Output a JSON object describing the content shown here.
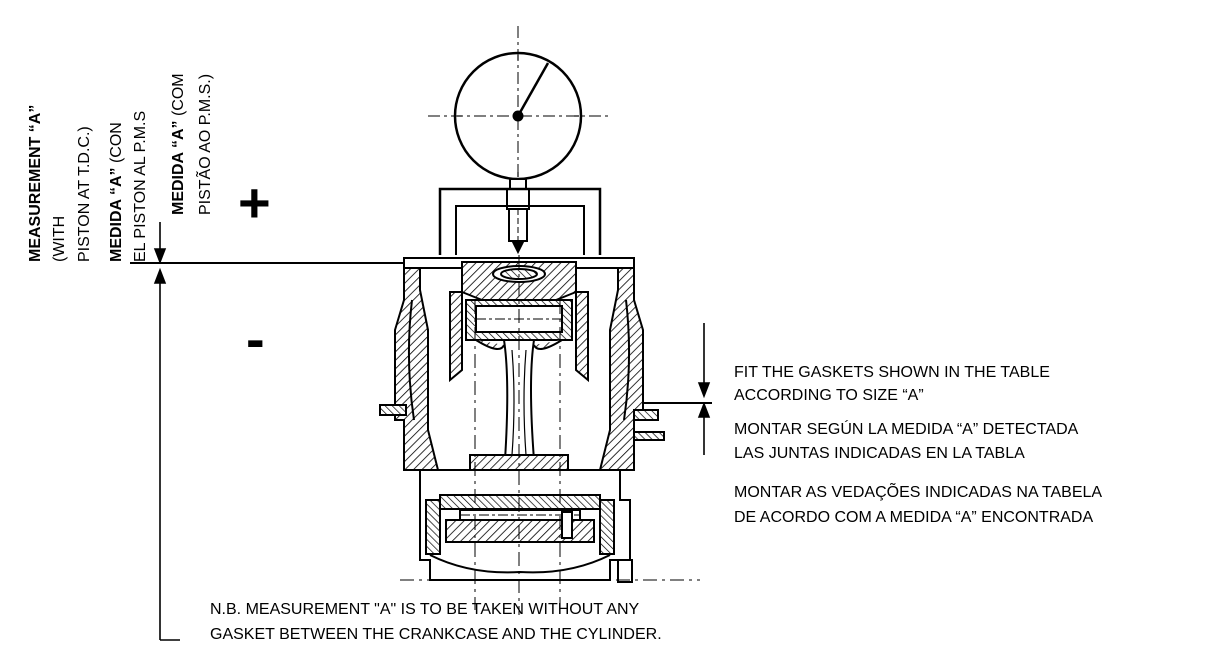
{
  "vertical_labels": {
    "en_bold": "MEASUREMENT “A”",
    "en_line2": "(WITH",
    "en_line3": "PISTON AT T.D.C.)",
    "es_bold": "MEDIDA “A”",
    "es_rest": " (CON",
    "es_line2": "EL PISTON AL P.M.S",
    "pt_bold": "MEDIDA “A”",
    "pt_rest": " (COM",
    "pt_line2": "PISTÃO AO P.M.S.)"
  },
  "signs": {
    "plus": "+",
    "minus": "-"
  },
  "instructions": {
    "en_line1": "FIT THE GASKETS SHOWN IN THE TABLE",
    "en_line2": "ACCORDING TO SIZE “A”",
    "es_line1": "MONTAR SEGÚN LA MEDIDA “A” DETECTADA",
    "es_line2": "LAS JUNTAS INDICADAS EN LA TABLA",
    "pt_line1": "MONTAR AS VEDAÇÕES INDICADAS NA TABELA",
    "pt_line2": "DE ACORDO COM A MEDIDA “A” ENCONTRADA"
  },
  "footnote": {
    "line1": "N.B. MEASUREMENT \"A\" IS TO BE TAKEN WITHOUT ANY",
    "line2": "GASKET BETWEEN THE CRANKCASE AND THE CYLINDER."
  }
}
